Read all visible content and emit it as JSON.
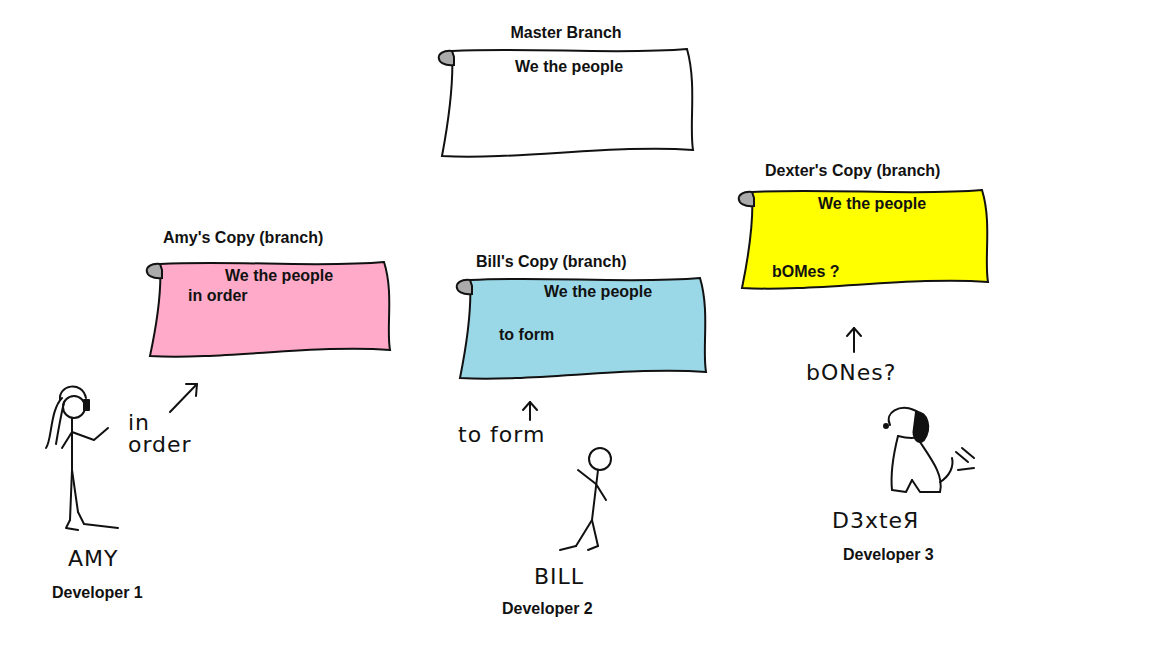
{
  "diagram": {
    "nodes": [
      {
        "text": [
          "Master Branch",
          "We the people"
        ]
      },
      {
        "text": [
          "Amy's Copy (branch)",
          "We the people",
          "in order"
        ]
      },
      {
        "text": [
          "Bill's Copy (branch)",
          "We the people",
          "to form"
        ]
      },
      {
        "text": [
          "Dexter's Copy (branch)",
          "We the people",
          "bOMes ?"
        ]
      }
    ],
    "labels": [
      "in order",
      "AMY",
      "Developer 1",
      "to form",
      "BILL",
      "Developer 2",
      "bONes?",
      "D3xteЯ",
      "Developer 3"
    ]
  }
}
